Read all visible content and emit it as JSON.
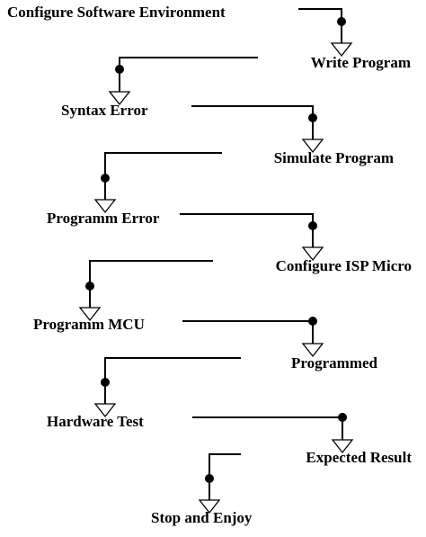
{
  "steps": [
    {
      "label": "Configure Software Environment"
    },
    {
      "label": "Write Program"
    },
    {
      "label": "Syntax Error"
    },
    {
      "label": "Simulate Program"
    },
    {
      "label": "Programm Error"
    },
    {
      "label": "Configure ISP Micro"
    },
    {
      "label": "Programm MCU"
    },
    {
      "label": "Programmed"
    },
    {
      "label": "Hardware Test"
    },
    {
      "label": "Expected Result"
    },
    {
      "label": "Stop and Enjoy"
    }
  ]
}
